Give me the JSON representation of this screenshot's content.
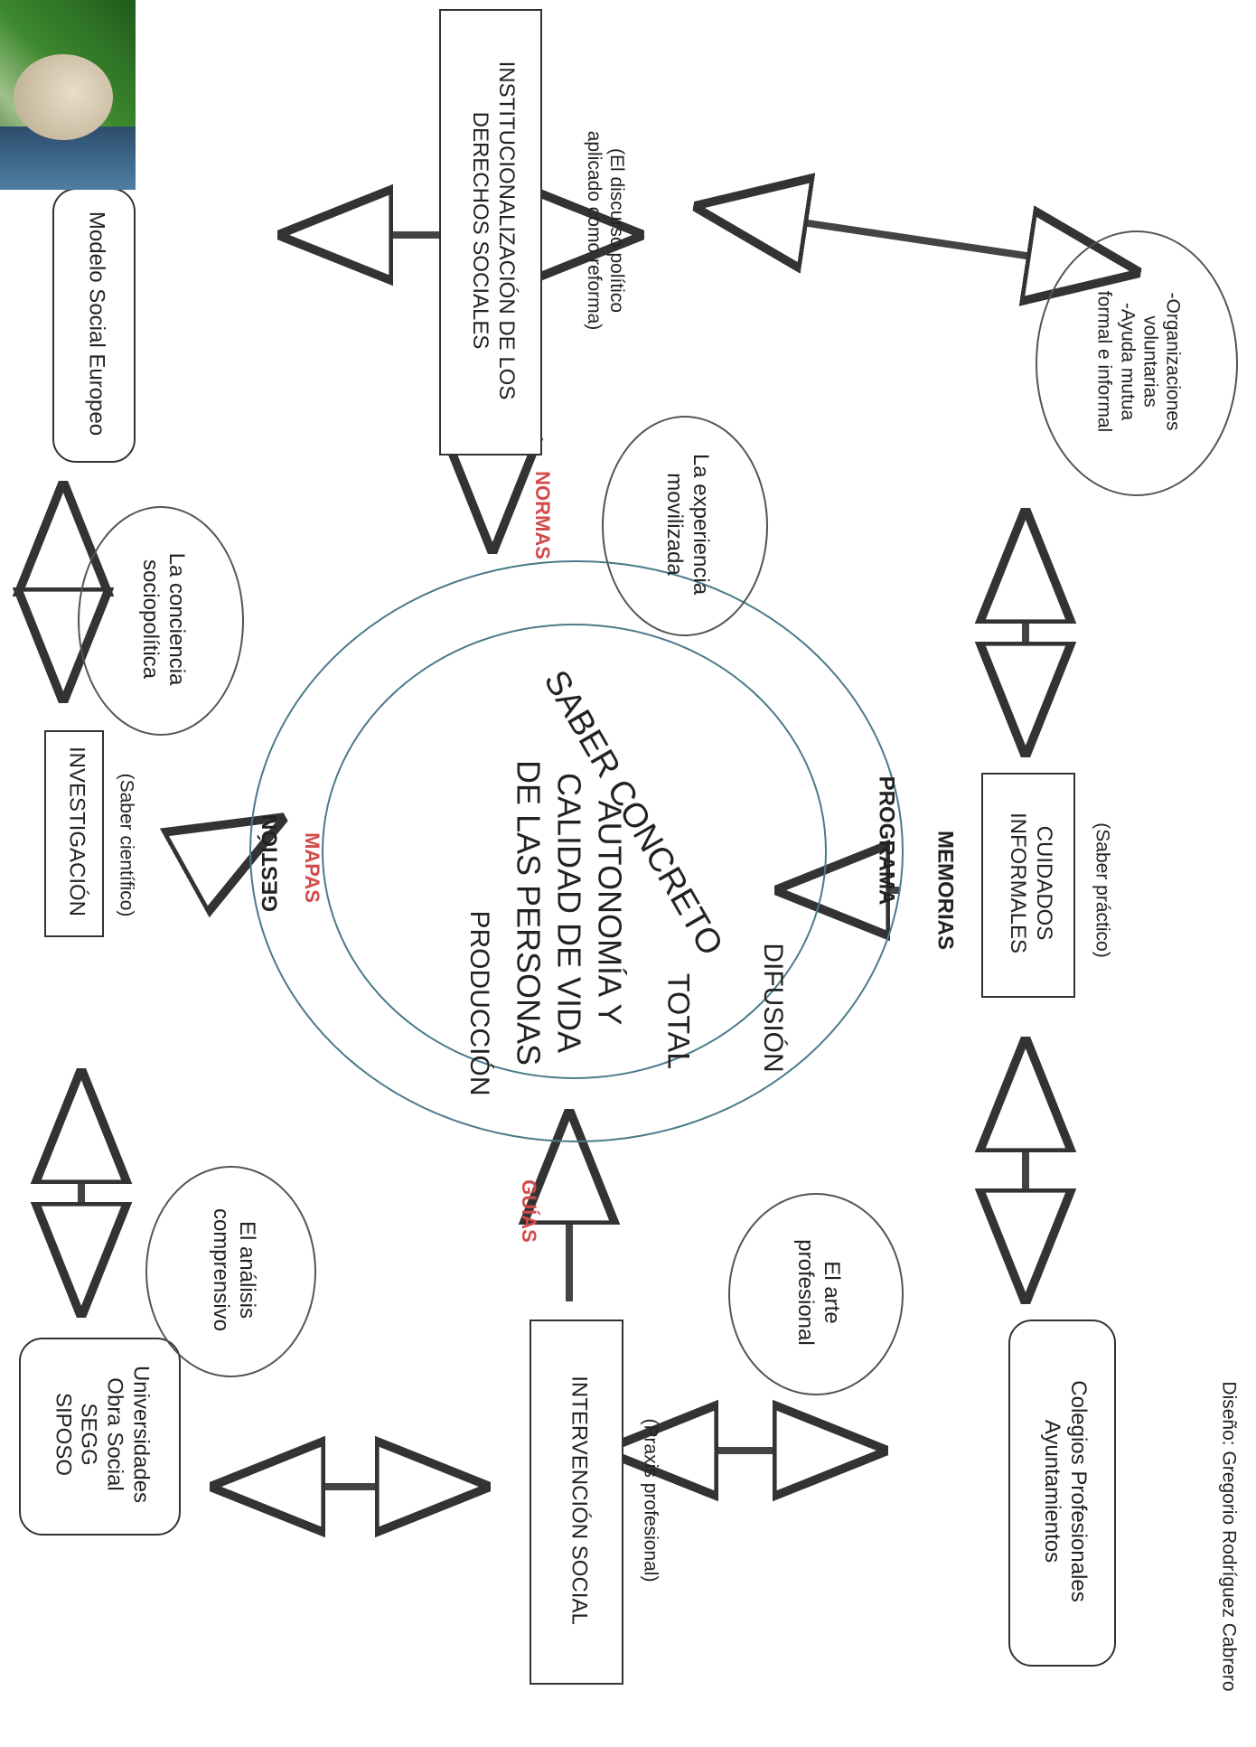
{
  "center": {
    "outer_top": "PROGRAMA",
    "outer_bottom": "GESTIÓN",
    "produccion": "PRODUCCIÓN",
    "difusion": "DIFUSIÓN",
    "saber_concreto": "SABER CONCRETO",
    "autonomia": "AUTONOMÍA Y\nCALIDAD DE VIDA\nDE LAS PERSONAS",
    "total": "TOTAL"
  },
  "nodes": {
    "modelo_social": "Modelo Social Europeo",
    "institucionalizacion": "INSTITUCIONALIZACIÓN DE LOS\nDERECHOS SOCIALES",
    "institucionalizacion_sub": "(El discurso político\naplicado como reforma)",
    "investigacion": "INVESTIGACIÓN",
    "investigacion_sub": "(Saber científico)",
    "cuidados": "CUIDADOS\nINFORMALES",
    "cuidados_sub": "(Saber práctico)",
    "universidades": "Universidades\nObra Social\nSEGG\nSIPOSO",
    "intervencion": "INTERVENCIÓN SOCIAL",
    "intervencion_sub": "(Praxis profesional)",
    "colegios": "Colegios Profesionales\nAyuntamientos",
    "organizaciones": "-Organizaciones\nvoluntarias\n-Ayuda mutua\nformal e informal"
  },
  "ellipses": {
    "conciencia": "La conciencia\nsociopolítica",
    "experiencia": "La experiencia\nmovilizada",
    "analisis": "El análisis\ncomprensivo",
    "arte": "El arte\nprofesional"
  },
  "flow_labels": {
    "normas": "NORMAS",
    "mapas": "MAPAS",
    "guias": "GUÍAS",
    "memorias": "MEMORIAS"
  },
  "footer": "Diseño: Gregorio Rodríguez Cabrero",
  "colors": {
    "accent_red": "#d24a4a",
    "line": "#333333"
  }
}
